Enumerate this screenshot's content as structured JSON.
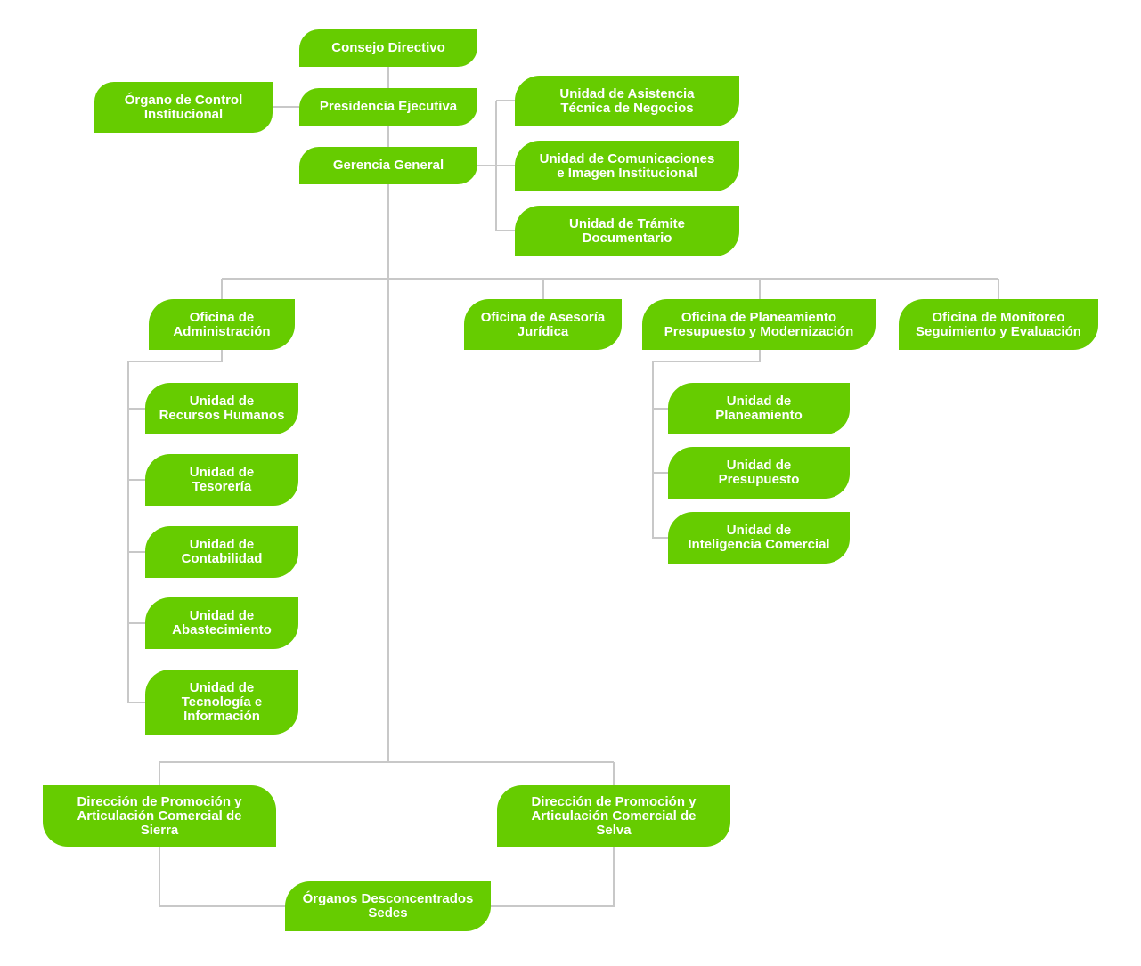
{
  "colors": {
    "node_fill": "#66cc00",
    "node_text": "#ffffff",
    "connector": "#c8c8c8"
  },
  "nodes": {
    "consejo": "Consejo Directivo",
    "presidencia": "Presidencia Ejecutiva",
    "gerencia": "Gerencia General",
    "control": "Órgano de Control\nInstitucional",
    "asistencia": "Unidad de Asistencia\nTécnica de Negocios",
    "comunicaciones": "Unidad de Comunicaciones\ne Imagen Institucional",
    "tramite": "Unidad de Trámite\nDocumentario",
    "administracion": "Oficina de\nAdministración",
    "asesoria": "Oficina de Asesoría\nJurídica",
    "planeamiento_pres": "Oficina de Planeamiento\nPresupuesto y Modernización",
    "monitoreo": "Oficina de Monitoreo\nSeguimiento y Evaluación",
    "rrhh": "Unidad de\nRecursos Humanos",
    "tesoreria": "Unidad de\nTesorería",
    "contabilidad": "Unidad de\nContabilidad",
    "abastecimiento": "Unidad de\nAbastecimiento",
    "tecnologia": "Unidad de\nTecnología e\nInformación",
    "u_planeamiento": "Unidad de\nPlaneamiento",
    "u_presupuesto": "Unidad de\nPresupuesto",
    "u_inteligencia": "Unidad de\nInteligencia Comercial",
    "sierra": "Dirección de Promoción y\nArticulación Comercial de\nSierra",
    "selva": "Dirección de Promoción y\nArticulación Comercial de\nSelva",
    "desconcentrados": "Órganos Desconcentrados\nSedes"
  }
}
